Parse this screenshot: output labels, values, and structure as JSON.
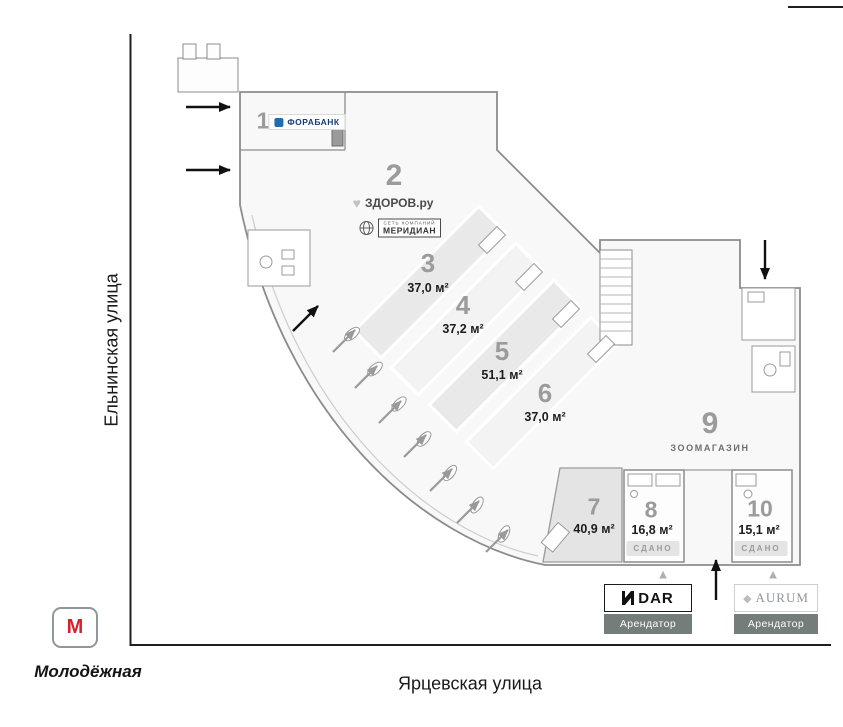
{
  "streets": {
    "left": "Ельнинская улица",
    "bottom": "Ярцевская улица"
  },
  "metro": {
    "letter": "М",
    "station": "Молодёжная"
  },
  "units": {
    "u1": {
      "number": "1",
      "tenant": "ФОРАБАНК"
    },
    "u2": {
      "number": "2",
      "logo_zdorov": "ЗДОРОВ.ру",
      "logo_meridian": "МЕРИДИАН",
      "logo_meridian_sub": "СЕТЬ КОМПАНИЙ"
    },
    "u3": {
      "number": "3",
      "area": "37,0 м²"
    },
    "u4": {
      "number": "4",
      "area": "37,2 м²"
    },
    "u5": {
      "number": "5",
      "area": "51,1 м²"
    },
    "u6": {
      "number": "6",
      "area": "37,0 м²"
    },
    "u7": {
      "number": "7",
      "area": "40,9 м²"
    },
    "u8": {
      "number": "8",
      "area": "16,8 м²",
      "status": "СДАНО"
    },
    "u9": {
      "number": "9",
      "tenant": "ЗООМАГАЗИН"
    },
    "u10": {
      "number": "10",
      "area": "15,1 м²",
      "status": "СДАНО"
    }
  },
  "tenant_badges": {
    "dar": {
      "name": "DAR",
      "label": "Арендатор"
    },
    "aurum": {
      "name": "AURUM",
      "label": "Арендатор"
    }
  },
  "icons": {
    "triangle": "▲",
    "diamond": "◆",
    "heart": "♥"
  },
  "colors": {
    "metro_red": "#d6222a",
    "unit_number_gray": "#9b9b9b",
    "tenant_bar_gray": "#747c7c"
  }
}
